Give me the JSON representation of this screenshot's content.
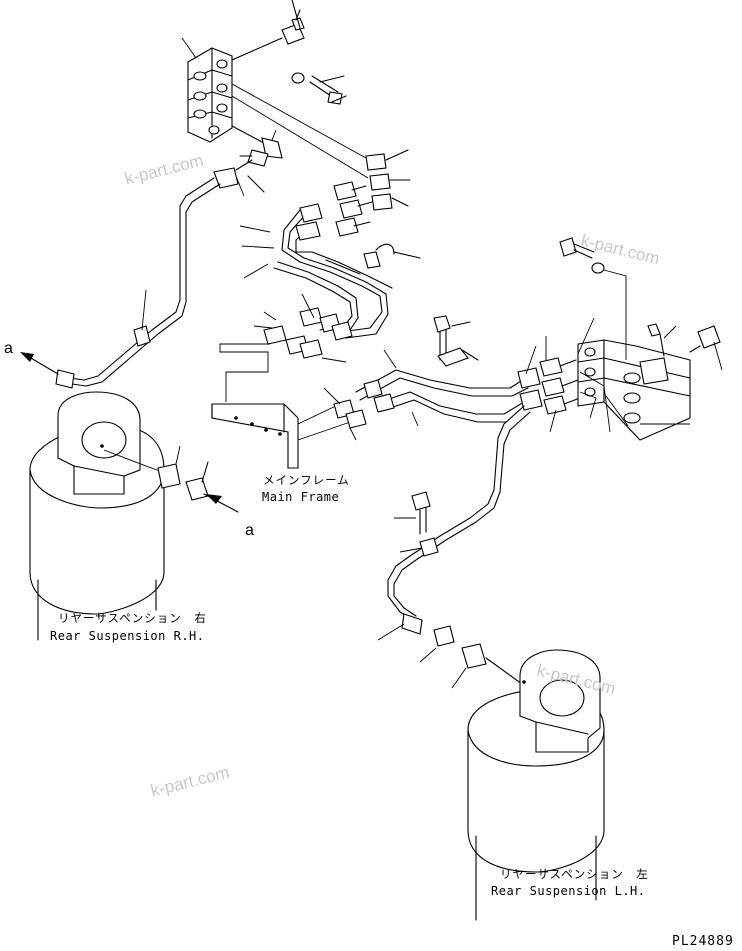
{
  "labels": {
    "main_frame_jp": "メインフレーム",
    "main_frame_en": "Main Frame",
    "rear_rh_jp": "リヤーサスペンション　右",
    "rear_rh_en": "Rear Suspension R.H.",
    "rear_lh_jp": "リヤーサスペンション　左",
    "rear_lh_en": "Rear Suspension L.H.",
    "ref_a_upper": "a",
    "ref_a_lower": "a"
  },
  "watermarks": [
    "k-part.com",
    "k-part.com",
    "k-part.com",
    "k-part.com"
  ],
  "drawing_number": "PL24889"
}
